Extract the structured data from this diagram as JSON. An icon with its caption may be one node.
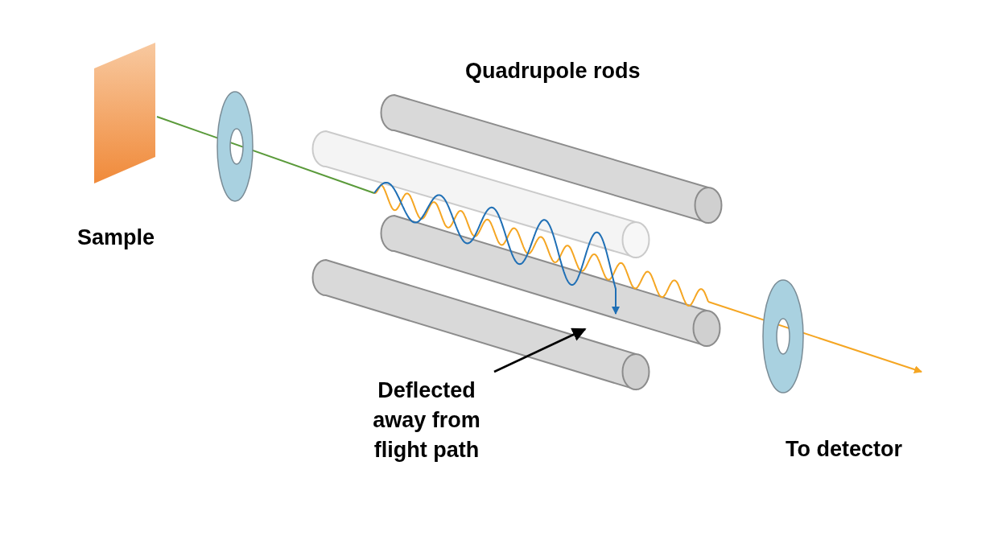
{
  "diagram": {
    "nodes": [
      {
        "text": [
          "Deflected away from flight path"
        ]
      },
      {
        "text": [],
        "shape": "picture"
      }
    ],
    "edges": [
      {
        "from": 0,
        "to": 1,
        "arrow": "to"
      }
    ],
    "labels": [
      "Quadrupole rods",
      "Sample",
      "To detector"
    ]
  }
}
